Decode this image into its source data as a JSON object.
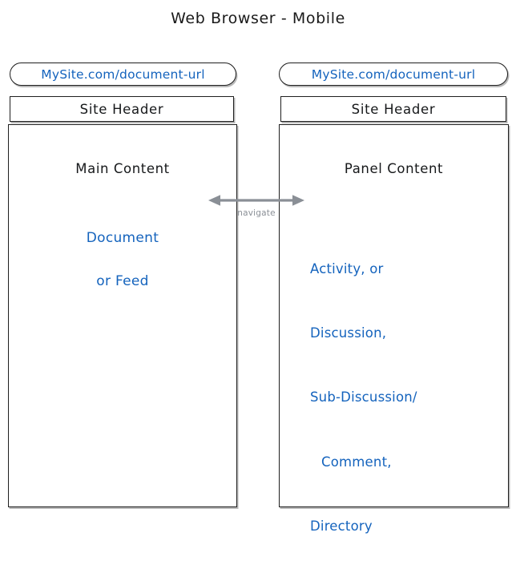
{
  "title": "Web Browser - Mobile",
  "colors": {
    "accent_blue": "#1463bd",
    "ink_black": "#16181a",
    "arrow_gray": "#8a8f96",
    "background": "#ffffff"
  },
  "columns": [
    {
      "id": "left",
      "url_bar": {
        "value": "MySite.com/document-url"
      },
      "site_header": {
        "label": "Site Header"
      },
      "content": {
        "heading": "Main Content",
        "lines": [
          "Document",
          "or Feed"
        ]
      }
    },
    {
      "id": "right",
      "url_bar": {
        "value": "MySite.com/document-url"
      },
      "site_header": {
        "label": "Site Header"
      },
      "content": {
        "heading": "Panel Content",
        "list": [
          "Activity, or",
          "Discussion,",
          "Sub-Discussion/",
          "Comment,",
          "Directory"
        ]
      }
    }
  ],
  "connector": {
    "label": "navigate",
    "direction": "bidirectional"
  }
}
